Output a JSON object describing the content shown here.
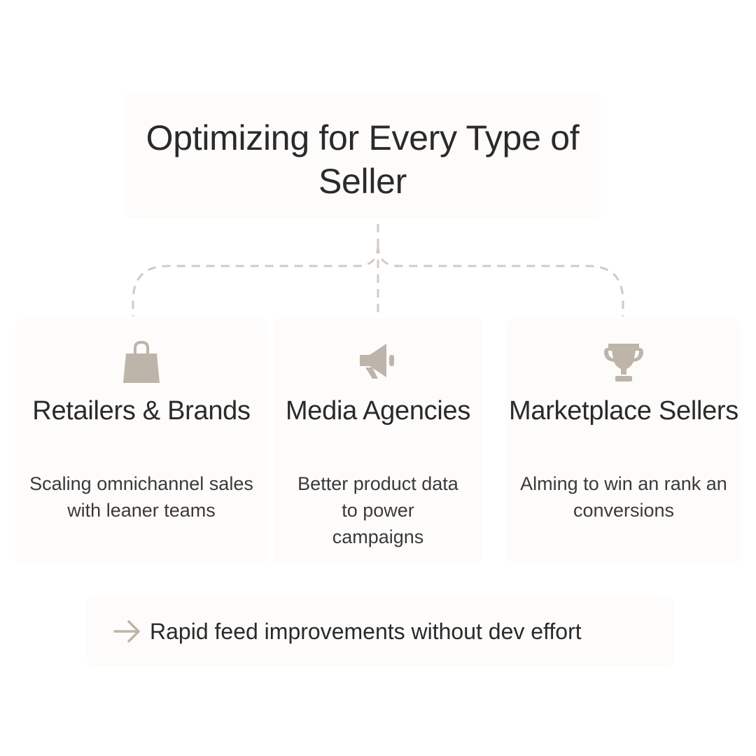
{
  "title": "Optimizing for Every Type of Seller",
  "colors": {
    "icon": "#bdb4aa",
    "connector": "#d4cac0",
    "text": "#2a2a2a",
    "panel": "#fdfcfa"
  },
  "cards": [
    {
      "icon": "shopping-bag-icon",
      "title": "Retailers & Brands",
      "description": "Scaling omnichannel sales with leaner teams"
    },
    {
      "icon": "megaphone-icon",
      "title": "Media Agencies",
      "description": "Better product data to power campaigns"
    },
    {
      "icon": "trophy-icon",
      "title": "Marketplace Sellers",
      "description": "Alming to win an rank an conversions"
    }
  ],
  "footer": {
    "icon": "arrow-right-icon",
    "text": "Rapid feed improvements without dev effort"
  }
}
